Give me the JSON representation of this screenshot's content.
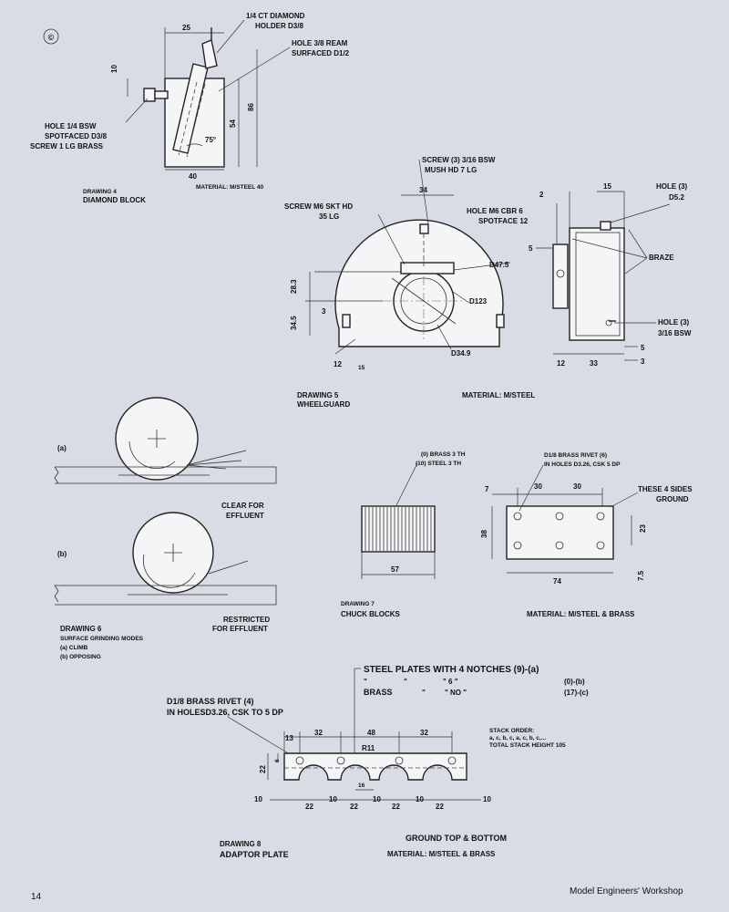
{
  "copyright_mark": "©",
  "page_number": "14",
  "magazine": "Model Engineers' Workshop",
  "drawing4": {
    "caption_line1": "DRAWING 4",
    "caption_line2": "DIAMOND BLOCK",
    "material": "MATERIAL: M/STEEL 40",
    "label_holder_1": "1/4 CT DIAMOND",
    "label_holder_2": "HOLDER D3/8",
    "label_ream_1": "HOLE 3/8 REAM",
    "label_ream_2": "SURFACED D1/2",
    "label_bsw_1": "HOLE 1/4 BSW",
    "label_bsw_2": "SPOTFACED D3/8",
    "label_bsw_3": "SCREW 1 LG BRASS",
    "dim_25": "25",
    "dim_10": "10",
    "dim_54": "54",
    "dim_86": "86",
    "dim_40": "40",
    "angle": "75°"
  },
  "drawing5": {
    "caption_line1": "DRAWING 5",
    "caption_line2": "WHEELGUARD",
    "material": "MATERIAL: M/STEEL",
    "label_screw_3_1": "SCREW (3) 3/16 BSW",
    "label_screw_3_2": "MUSH HD 7 LG",
    "label_screw_m6_1": "SCREW M6 SKT HD",
    "label_screw_m6_2": "35 LG",
    "label_hole_m6_1": "HOLE M6 CBR 6",
    "label_hole_m6_2": "SPOTFACE 12",
    "label_hole3_1": "HOLE (3)",
    "label_hole3_2": "D5.2",
    "label_braze": "BRAZE",
    "label_hole3b_1": "HOLE (3)",
    "label_hole3b_2": "3/16 BSW",
    "dim_34": "34",
    "dim_d475": "D47.5",
    "dim_d123": "D123",
    "dim_d349": "D34.9",
    "dim_283": "28.3",
    "dim_345": "34.5",
    "dim_3": "3",
    "dim_12": "12",
    "dim_15": "15",
    "dim_2": "2",
    "dim_15b": "15",
    "dim_5": "5",
    "dim_12b": "12",
    "dim_33": "33",
    "dim_5b": "5",
    "dim_3b": "3"
  },
  "drawing6": {
    "label_a": "(a)",
    "label_b": "(b)",
    "note_clear_1": "CLEAR FOR",
    "note_clear_2": "EFFLUENT",
    "note_restricted_1": "RESTRICTED",
    "note_restricted_2": "FOR EFFLUENT",
    "caption_1": "DRAWING 6",
    "caption_2": "SURFACE GRINDING MODES",
    "caption_3": "(a) CLIMB",
    "caption_4": "(b) OPPOSING"
  },
  "drawing7": {
    "label_brass": "(0) BRASS 3 TH",
    "label_steel": "(10) STEEL 3 TH",
    "dim_57": "57",
    "caption_1": "DRAWING 7",
    "caption_2": "CHUCK BLOCKS",
    "label_rivet_1": "D1/8 BRASS RIVET (6)",
    "label_rivet_2": "IN HOLES D3.26, CSK 5 DP",
    "label_ground_1": "THESE 4 SIDES",
    "label_ground_2": "GROUND",
    "dim_7": "7",
    "dim_30a": "30",
    "dim_30b": "30",
    "dim_38": "38",
    "dim_23": "23",
    "dim_75": "7.5",
    "dim_74": "74",
    "material": "MATERIAL: M/STEEL & BRASS"
  },
  "drawing8": {
    "plates_line1": "STEEL PLATES WITH 4 NOTCHES (9)-(a)",
    "plates_line2_a": "\"",
    "plates_line2_b": "\"",
    "plates_line2_c": "\" 6 \"",
    "plates_line2_d": "(0)-(b)",
    "plates_line3_a": "BRASS",
    "plates_line3_b": "\"",
    "plates_line3_c": "\" NO \"",
    "plates_line3_d": "(17)-(c)",
    "rivet_1": "D1/8 BRASS RIVET (4)",
    "rivet_2": "IN HOLESD3.26, CSK TO 5 DP",
    "stack_1": "STACK ORDER:",
    "stack_2": "a, c, b, c, a, c, b, c,...",
    "stack_3": "TOTAL STACK HEIGHT 105",
    "dim_13": "13",
    "dim_32a": "32",
    "dim_48": "48",
    "dim_32b": "32",
    "dim_r11": "R11",
    "dim_22v": "22",
    "dim_6": "6",
    "dim_16": "16",
    "dim_10a": "10",
    "dim_22a": "22",
    "dim_10b": "10",
    "dim_22b": "22",
    "dim_10c": "10",
    "dim_22c": "22",
    "dim_10d": "10",
    "dim_22d": "22",
    "dim_10e": "10",
    "caption_1": "DRAWING 8",
    "caption_2": "ADAPTOR PLATE",
    "ground_note": "GROUND TOP & BOTTOM",
    "material": "MATERIAL: M/STEEL & BRASS"
  }
}
